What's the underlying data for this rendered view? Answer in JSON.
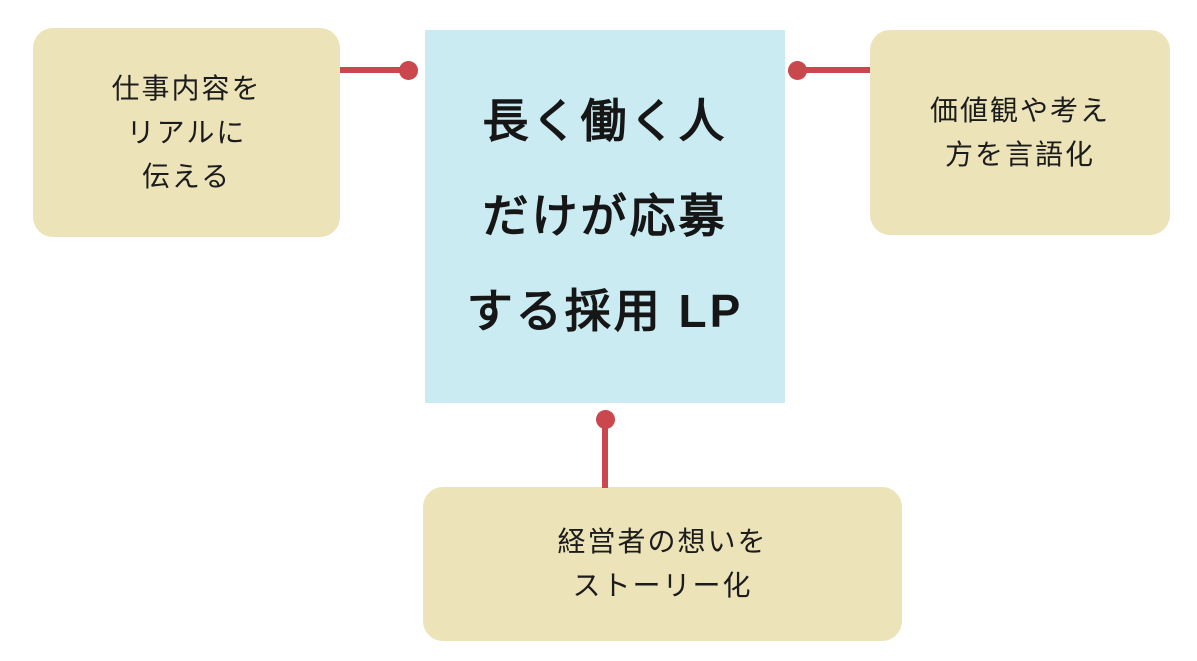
{
  "boxes": {
    "center": {
      "lines": [
        "長く働く人",
        "だけが応募",
        "する採用 LP"
      ]
    },
    "left": {
      "lines": [
        "仕事内容を",
        "リアルに",
        "伝える"
      ]
    },
    "right": {
      "lines": [
        "価値観や考え",
        "方を言語化"
      ]
    },
    "bottom": {
      "lines": [
        "経営者の想いを",
        "ストーリー化"
      ]
    }
  },
  "colors": {
    "beige": "#ece3b9",
    "blue": "#c9ebf1",
    "red": "#c9474d",
    "text": "#1c1c1c"
  }
}
